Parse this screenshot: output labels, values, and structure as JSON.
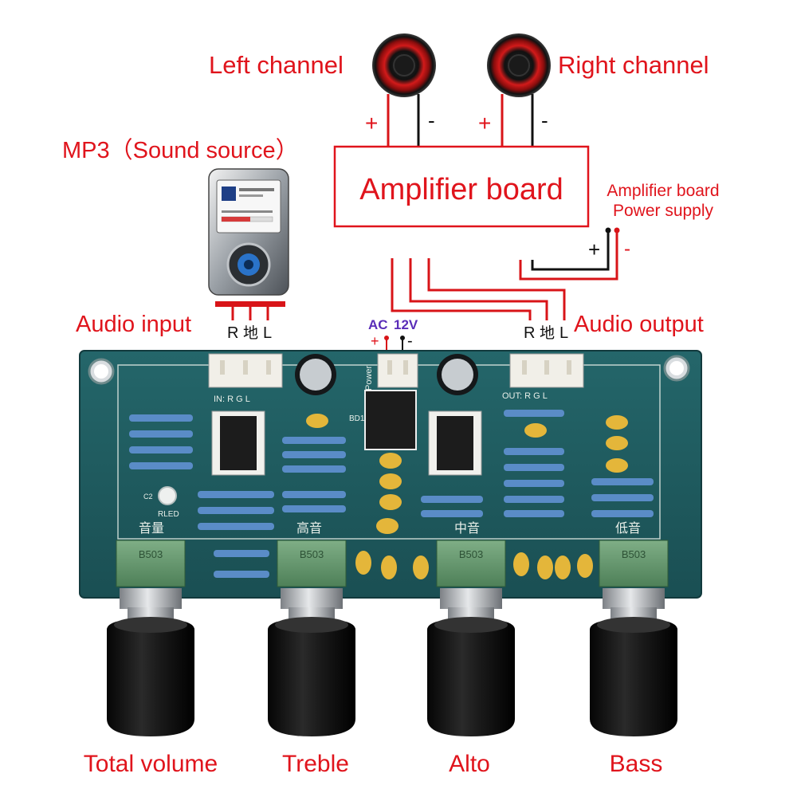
{
  "labels": {
    "left_channel": "Left channel",
    "right_channel": "Right channel",
    "sound_source": "MP3（Sound source）",
    "amplifier_board": "Amplifier board",
    "amp_power_line1": "Amplifier board",
    "amp_power_line2": "Power supply",
    "audio_input": "Audio input",
    "audio_output": "Audio output",
    "plus": "+",
    "minus": "-",
    "ac": "AC",
    "v12": "12V",
    "pin_r": "R",
    "pin_ground": "地",
    "pin_l": "L"
  },
  "board_silkscreen": {
    "input_header": "IN: R  G  L",
    "output_header": "OUT: R  G  L",
    "power": "Power",
    "led": "RLED",
    "volume_cn": "音量",
    "treble_cn": "高音",
    "alto_cn": "中音",
    "bass_cn": "低音",
    "pot_code": "B503",
    "bd1": "BD1",
    "c2": "C2"
  },
  "knobs": [
    "Total volume",
    "Treble",
    "Alto",
    "Bass"
  ],
  "colors": {
    "label_red": "#e0141c",
    "wire_red": "#d81418",
    "pcb": "#1f5a5e",
    "ac_purple": "#5a2db8"
  },
  "icons": {
    "speaker": "speaker-icon",
    "mp3_player": "mp3-player-icon"
  }
}
